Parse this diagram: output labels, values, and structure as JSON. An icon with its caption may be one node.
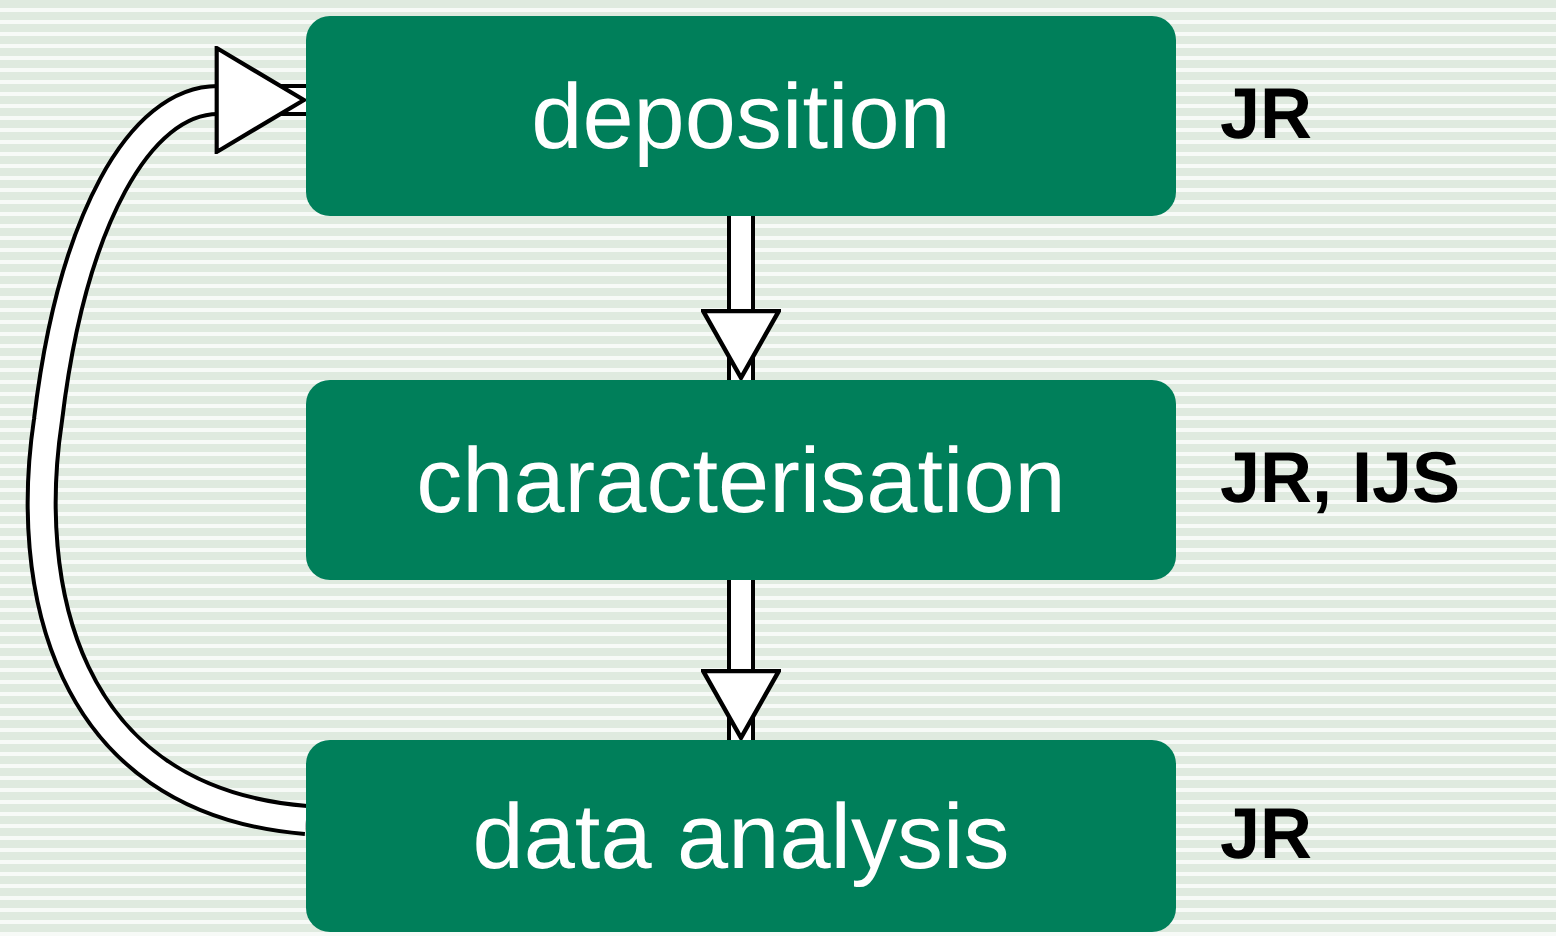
{
  "diagram": {
    "nodes": [
      {
        "text": [
          "deposition"
        ],
        "beside": [
          "JR"
        ]
      },
      {
        "text": [
          "characterisation"
        ],
        "beside": [
          "JR, IJS"
        ]
      },
      {
        "text": [
          "data analysis"
        ],
        "beside": [
          "JR"
        ]
      }
    ],
    "edges": [
      {
        "from": 0,
        "to": 1,
        "arrow": "to"
      },
      {
        "from": 1,
        "to": 2,
        "arrow": "to"
      },
      {
        "from": 2,
        "to": 0,
        "arrow": "to"
      }
    ]
  }
}
